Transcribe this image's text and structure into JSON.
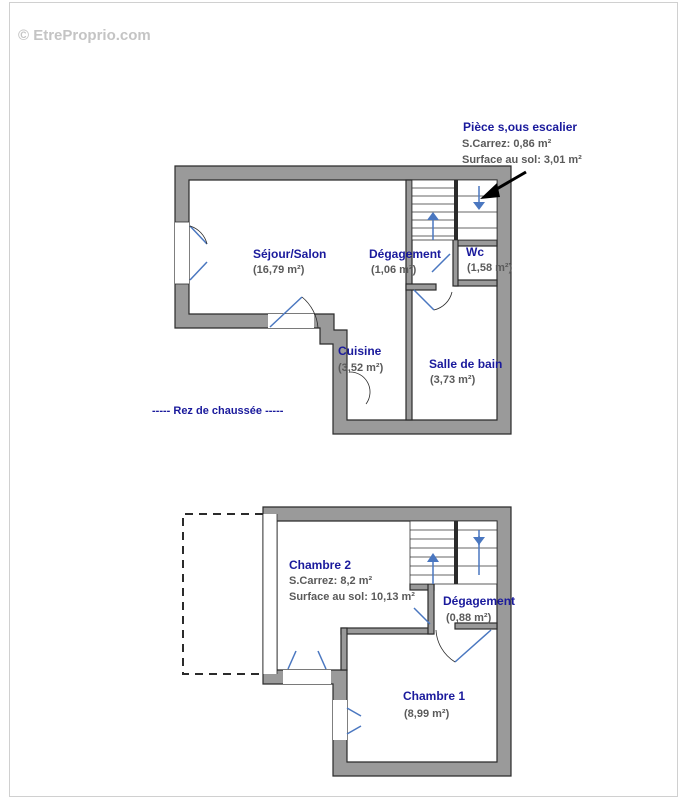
{
  "watermark": "© EtreProprio.com",
  "ground_floor": {
    "caption": "----- Rez de chaussée -----",
    "rooms": {
      "sejour": {
        "name": "Séjour/Salon",
        "area": "(16,79 m²)"
      },
      "degagement": {
        "name": "Dégagement",
        "area": "(1,06 m²)"
      },
      "wc": {
        "name": "Wc",
        "area": "(1,58 m²)"
      },
      "cuisine": {
        "name": "Cuisine",
        "area": "(3,52 m²)"
      },
      "sdb": {
        "name": "Salle de bain",
        "area": "(3,73 m²)"
      }
    },
    "stair_note": {
      "title": "Pièce s,ous escalier",
      "carrez": "S.Carrez: 0,86 m²",
      "sol": "Surface au sol: 3,01 m²"
    }
  },
  "first_floor": {
    "rooms": {
      "chambre2": {
        "name": "Chambre 2",
        "carrez": "S.Carrez: 8,2 m²",
        "sol": "Surface au sol: 10,13 m²"
      },
      "degagement": {
        "name": "Dégagement",
        "area": "(0,88 m²)"
      },
      "chambre1": {
        "name": "Chambre 1",
        "area": "(8,99 m²)"
      }
    }
  },
  "colors": {
    "wall_fill": "#9a9a9a",
    "label_blue": "#1a1a9c",
    "area_gray": "#5a5a5a",
    "arrow_blue": "#4a77c0"
  }
}
